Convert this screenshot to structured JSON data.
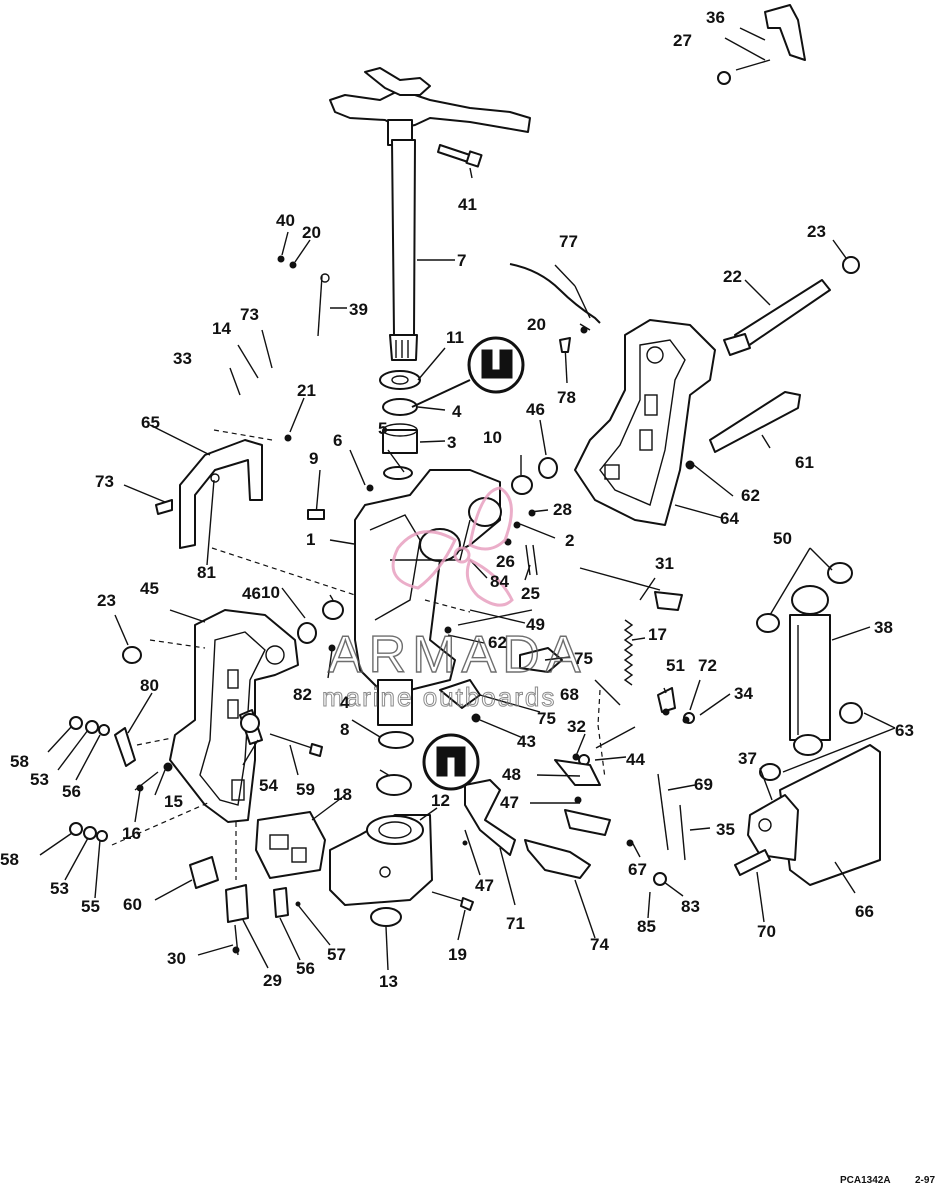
{
  "figure_code": "PCA1342A",
  "page_ref": "2-97",
  "watermark": {
    "brand": "ARMADA",
    "tagline": "marine outboards",
    "accent_color": "#e8a0c0"
  },
  "callouts": [
    "36",
    "27",
    "41",
    "40",
    "20",
    "7",
    "77",
    "23",
    "22",
    "39",
    "73",
    "14",
    "33",
    "11",
    "20",
    "78",
    "21",
    "4",
    "46",
    "3",
    "10",
    "5",
    "6",
    "65",
    "9",
    "61",
    "62",
    "28",
    "2",
    "64",
    "73",
    "1",
    "26",
    "84",
    "25",
    "31",
    "50",
    "81",
    "38",
    "10",
    "46",
    "23",
    "45",
    "49",
    "17",
    "62",
    "75",
    "82",
    "80",
    "75",
    "51",
    "72",
    "34",
    "43",
    "68",
    "63",
    "4",
    "32",
    "58",
    "53",
    "56",
    "44",
    "8",
    "54",
    "59",
    "37",
    "48",
    "15",
    "18",
    "12",
    "69",
    "47",
    "16",
    "35",
    "58",
    "67",
    "53",
    "55",
    "66",
    "47",
    "60",
    "71",
    "83",
    "74",
    "70",
    "85",
    "19",
    "30",
    "29",
    "56",
    "57",
    "13"
  ],
  "hotspot_icons": [
    {
      "name": "sealant-icon-upper",
      "label": "sealant"
    },
    {
      "name": "sealant-icon-lower",
      "label": "sealant"
    }
  ]
}
